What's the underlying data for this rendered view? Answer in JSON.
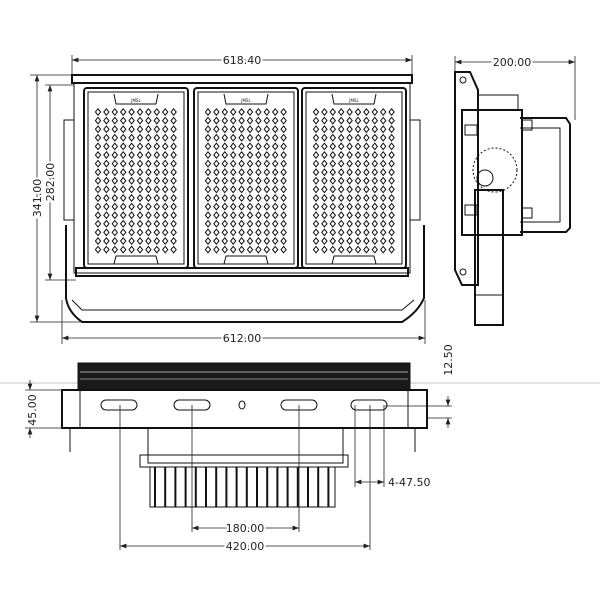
{
  "title": "Flood light outline dimension drawing",
  "views": {
    "front": {
      "dimensions": {
        "overall_width": "618.40",
        "bracket_width": "612.00",
        "overall_height": "341.00",
        "body_height": "282.00"
      },
      "modules": [
        {
          "logo": "JMSL"
        },
        {
          "logo": "JMSL"
        },
        {
          "logo": "JMSL"
        }
      ]
    },
    "side": {
      "dimensions": {
        "depth": "200.00"
      }
    },
    "bottom": {
      "dimensions": {
        "plate_height": "45.00",
        "offset": "12.50",
        "slot": "4-47.50",
        "inner_spacing": "180.00",
        "outer_spacing": "420.00"
      }
    }
  },
  "colors": {
    "line": "#111111",
    "background": "#ffffff",
    "guide": "#d8d8d8"
  }
}
